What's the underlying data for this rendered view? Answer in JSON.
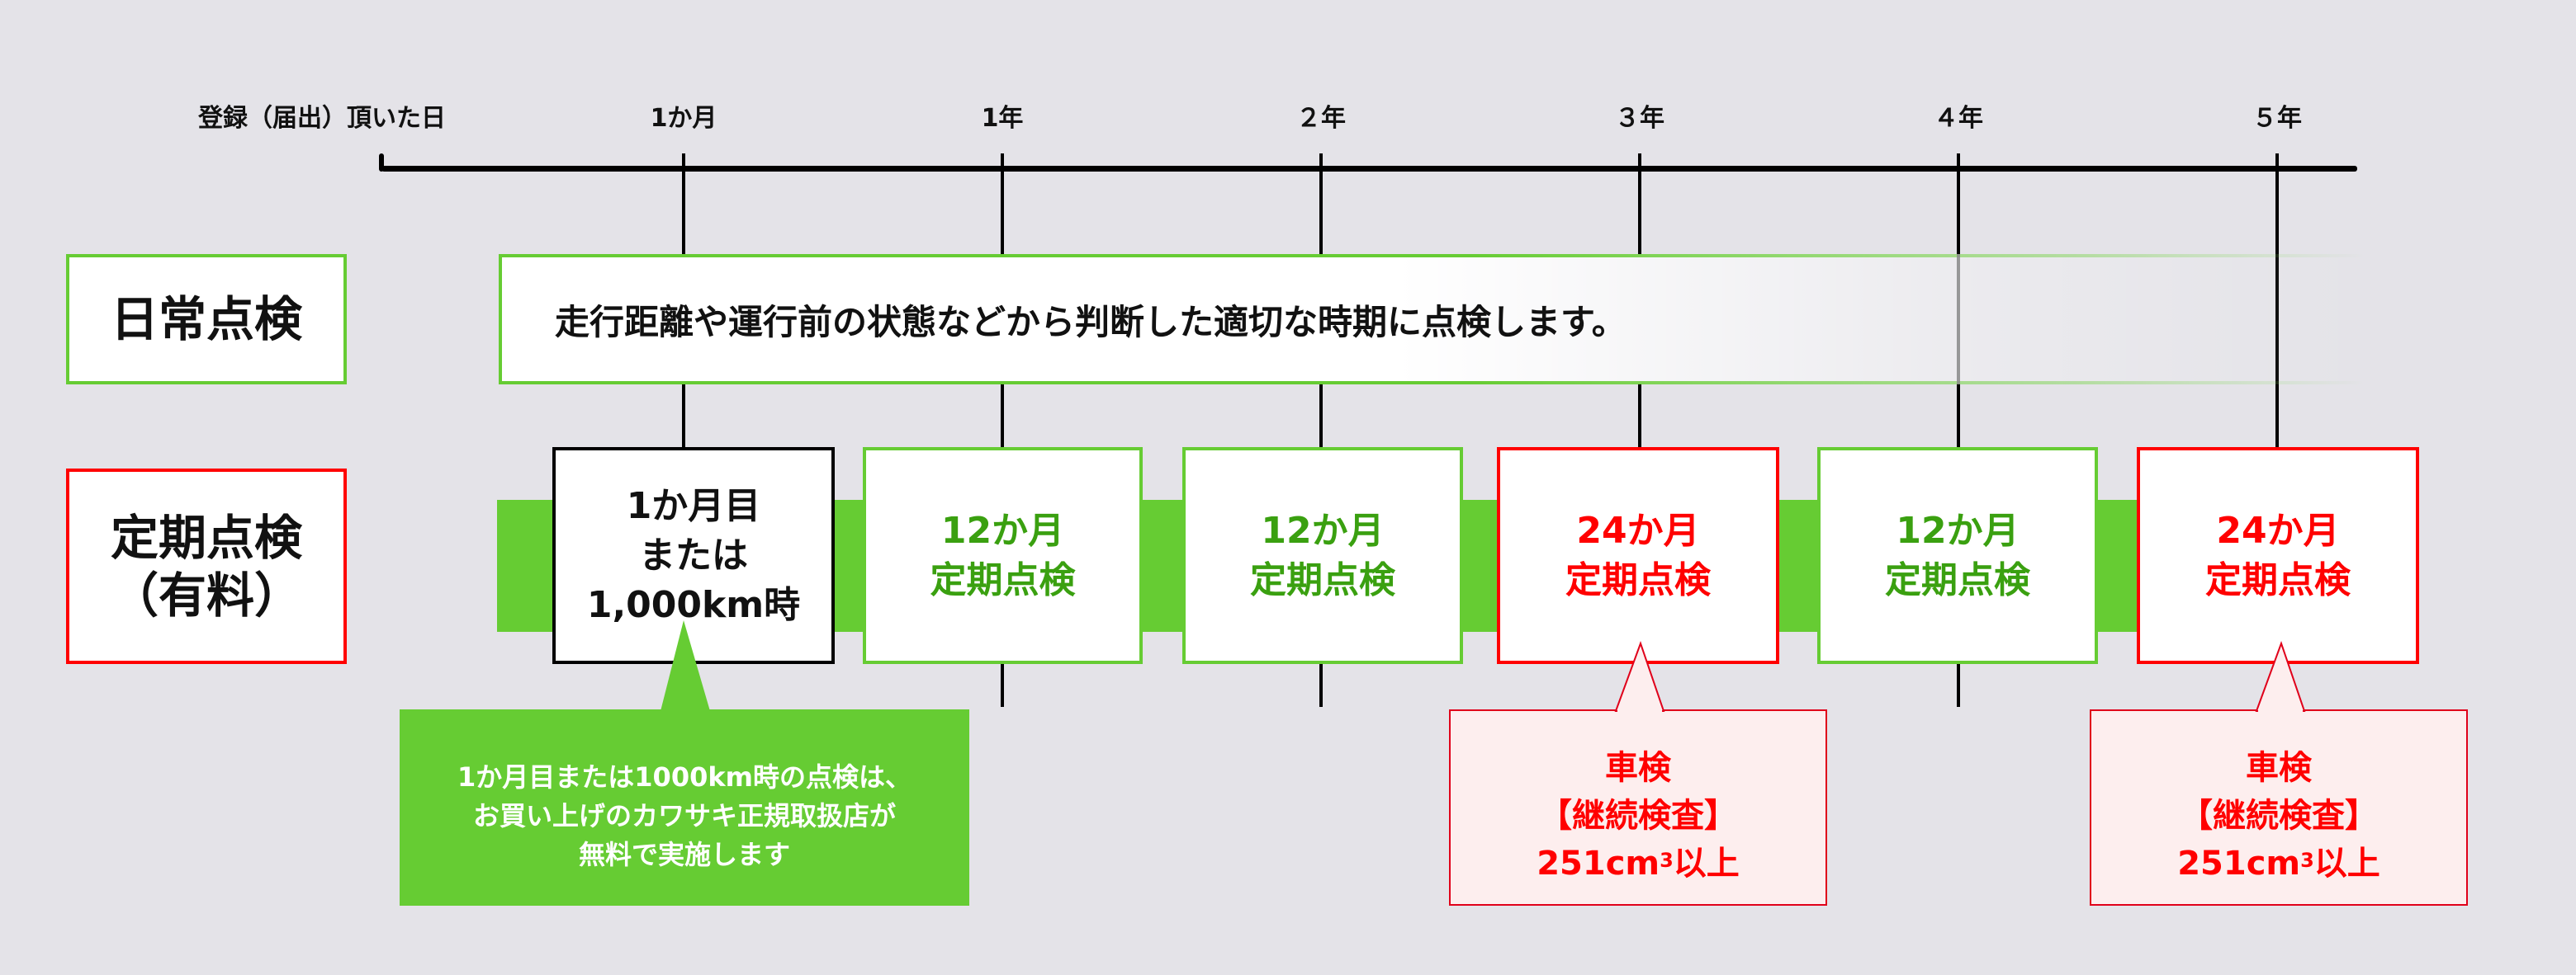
{
  "colors": {
    "background": "#e4e3e8",
    "green": "#66cc33",
    "green_text": "#3aa010",
    "red": "#ff0000",
    "callout_red_fill": "#fdeeee",
    "black": "#000000"
  },
  "timeline": {
    "start_label": "登録（届出）頂いた日",
    "ticks": [
      {
        "label": "1か月"
      },
      {
        "label": "1年"
      },
      {
        "label": "２年"
      },
      {
        "label": "３年"
      },
      {
        "label": "４年"
      },
      {
        "label": "５年"
      }
    ]
  },
  "daily_inspection": {
    "label": "日常点検",
    "description": "走行距離や運行前の状態などから判断した適切な時期に点検します。"
  },
  "periodic_inspection": {
    "label_line1": "定期点検",
    "label_line2": "（有料）",
    "boxes": [
      {
        "line1": "1か月目",
        "line2": "または",
        "line3": "1,000km時",
        "style": "black"
      },
      {
        "line1": "12か月",
        "line2": "定期点検",
        "style": "green"
      },
      {
        "line1": "12か月",
        "line2": "定期点検",
        "style": "green"
      },
      {
        "line1": "24か月",
        "line2": "定期点検",
        "style": "red"
      },
      {
        "line1": "12か月",
        "line2": "定期点検",
        "style": "green"
      },
      {
        "line1": "24か月",
        "line2": "定期点検",
        "style": "red"
      }
    ]
  },
  "callouts": {
    "free_inspection": {
      "line1": "1か月目または1000km時の点検は、",
      "line2": "お買い上げのカワサキ正規取扱店が",
      "line3": "無料で実施します"
    },
    "shaken": [
      {
        "line1": "車検",
        "line2": "【継続検査】",
        "line3_prefix": "251cm",
        "line3_sup": "3",
        "line3_suffix": "以上"
      },
      {
        "line1": "車検",
        "line2": "【継続検査】",
        "line3_prefix": "251cm",
        "line3_sup": "3",
        "line3_suffix": "以上"
      }
    ]
  }
}
